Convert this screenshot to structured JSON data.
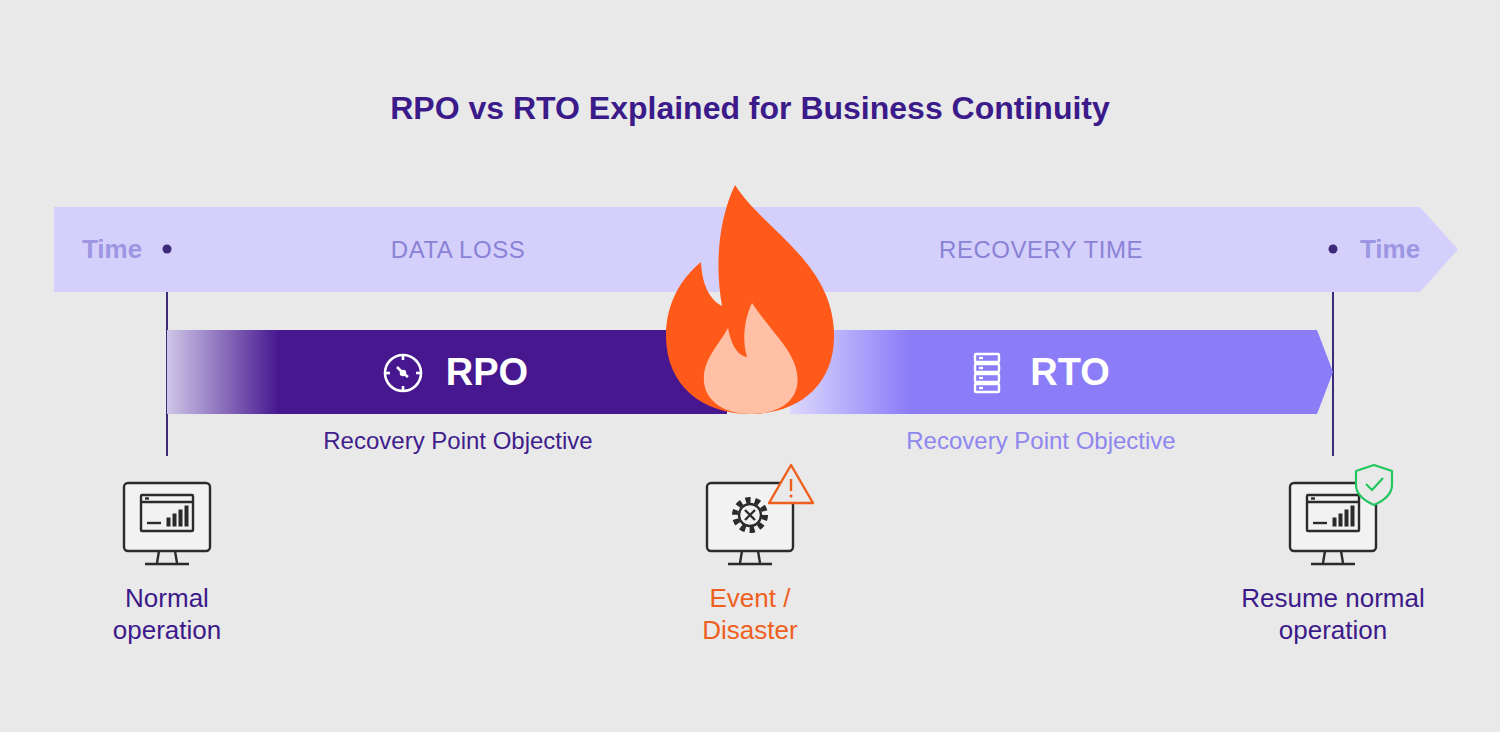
{
  "diagram": {
    "title": "RPO vs RTO Explained for Business Continuity",
    "nodes": [
      {
        "text": [
          "Time",
          "DATA LOSS",
          "RECOVERY TIME",
          "Time"
        ]
      },
      {
        "text": [
          "RPO",
          "Recovery Point Objective"
        ]
      },
      {
        "text": [
          "RTO",
          "Recovery Point Objective"
        ]
      }
    ],
    "labels": [
      "Normal operation",
      "Event / Disaster",
      "Resume normal operation"
    ]
  }
}
